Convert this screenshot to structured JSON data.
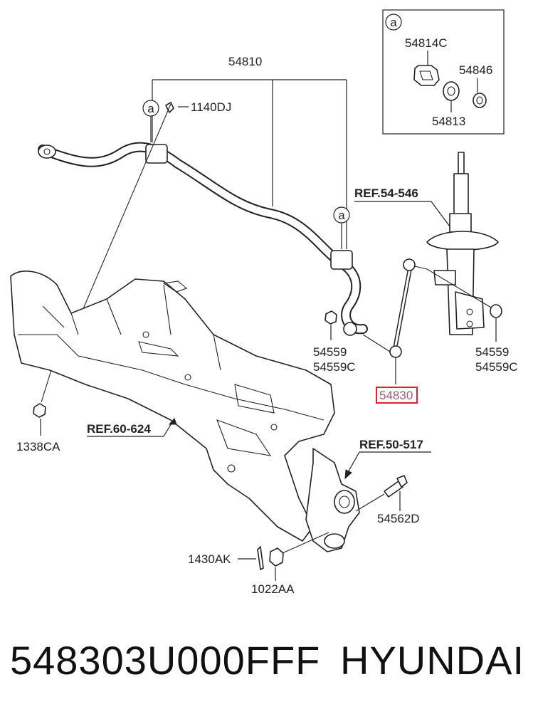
{
  "labels": {
    "stabilizer_bar_assembly": "54810",
    "bolt_top": "1140DJ",
    "bushing": "54814C",
    "bushing_inner": "54813",
    "bushing_sleeve": "54846",
    "nut_left": "54559",
    "nut_left_alt": "54559C",
    "nut_right": "54559",
    "nut_right_alt": "54559C",
    "link": "54830",
    "crossmember_nut": "1338CA",
    "cotter_pin": "1430AK",
    "castle_nut": "1022AA",
    "knuckle_bolt": "54562D",
    "ref_strut": "REF.54-546",
    "ref_subframe": "REF.60-624",
    "ref_knuckle": "REF.50-517",
    "callout_letter": "a"
  },
  "highlight_color": "#e0202a",
  "footer": {
    "part_number": "548303U000FFF",
    "brand": "HYUNDAI"
  }
}
